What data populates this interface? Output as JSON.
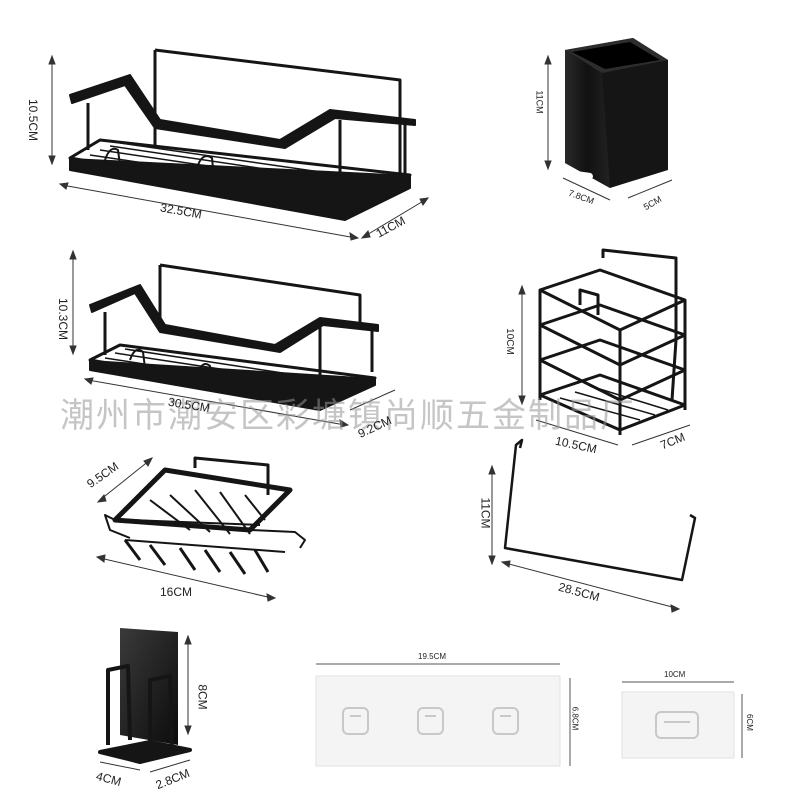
{
  "image": {
    "subject": "black metal bathroom shelf set product dimension sheet",
    "colors": {
      "background": "#ffffff",
      "metal": "#1a1a1a",
      "pad": "#f3f3f3",
      "dim_line": "#333333"
    }
  },
  "watermark": "潮州市潮安区彩塘镇尚顺五金制品厂",
  "dimensions": {
    "shelf_large_height": "10.5CM",
    "shelf_large_length": "32.5CM",
    "shelf_large_depth": "11CM",
    "shelf_medium_height": "10.3CM",
    "shelf_medium_length": "30.5CM",
    "shelf_medium_depth": "9.2CM",
    "soap_depth": "9.5CM",
    "soap_length": "16CM",
    "cup_height": "11CM",
    "cup_width": "7.8CM",
    "cup_depth": "5CM",
    "caddy_height": "10CM",
    "caddy_width": "10.5CM",
    "caddy_depth": "7CM",
    "rail_height": "11CM",
    "rail_length": "28.5CM",
    "holder_height": "8CM",
    "holder_width": "4CM",
    "holder_depth": "2.8CM",
    "pad_large_width": "19.5CM",
    "pad_large_height": "6.8CM",
    "pad_small_width": "10CM",
    "pad_small_height": "6CM"
  }
}
